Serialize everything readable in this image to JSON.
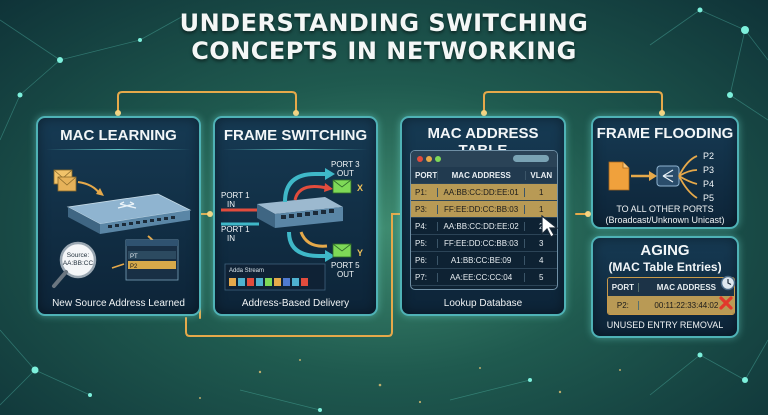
{
  "title_line1": "UNDERSTANDING SWITCHING",
  "title_line2": "CONCEPTS IN NETWORKING",
  "colors": {
    "accent_teal": "#4fb2b6",
    "connector_orange": "#e6a94a",
    "highlight_row": "#b89a55",
    "background": "#2a6b5d"
  },
  "panels": {
    "mac_learning": {
      "title": "MAC LEARNING",
      "caption": "New Source Address Learned",
      "magnifier_line1": "Source:",
      "magnifier_line2": "AA:BB:CC",
      "port_labels": [
        "PT",
        "P2"
      ]
    },
    "frame_switching": {
      "title": "FRAME SWITCHING",
      "caption": "Address-Based Delivery",
      "port_in_top": [
        "PORT 1",
        "IN"
      ],
      "port_in_bottom": [
        "PORT 1",
        "IN"
      ],
      "port_out_top": [
        "PORT 3",
        "OUT"
      ],
      "port_out_bottom": [
        "PORT 5",
        "OUT"
      ],
      "marker_x": "X",
      "marker_y": "Y",
      "stream_label": "Adda Stream"
    },
    "mac_table": {
      "title": "MAC ADDRESS TABLE",
      "caption": "Lookup Database",
      "headers": [
        "PORT",
        "MAC ADDRESS",
        "VLAN"
      ],
      "rows": [
        {
          "port": "P1:",
          "mac": "AA:BB:CC:DD:EE:01",
          "vlan": "1",
          "highlighted": true
        },
        {
          "port": "P3:",
          "mac": "FF:EE:DD:CC:BB:03",
          "vlan": "1",
          "highlighted": true
        },
        {
          "port": "P4:",
          "mac": "AA:BB:CC:DD:EE:02",
          "vlan": "2",
          "highlighted": false
        },
        {
          "port": "P5:",
          "mac": "FF:EE:DD:CC:BB:03",
          "vlan": "3",
          "highlighted": false
        },
        {
          "port": "P6:",
          "mac": "A1:BB:CC:BE:09",
          "vlan": "4",
          "highlighted": false
        },
        {
          "port": "P7:",
          "mac": "AA:EE:CC:CC:04",
          "vlan": "5",
          "highlighted": false
        }
      ]
    },
    "frame_flooding": {
      "title": "FRAME FLOODING",
      "ports": [
        "P2",
        "P3",
        "P4",
        "P5"
      ],
      "caption_line1": "TO ALL OTHER PORTS",
      "caption_line2": "(Broadcast/Unknown Unicast)"
    },
    "aging": {
      "title_line1": "AGING",
      "title_line2": "(MAC Table Entries)",
      "headers": [
        "PORT",
        "MAC ADDRESS"
      ],
      "row": {
        "port": "P2:",
        "mac": "00:11:22:33:44:02"
      },
      "caption": "UNUSED ENTRY REMOVAL"
    }
  }
}
